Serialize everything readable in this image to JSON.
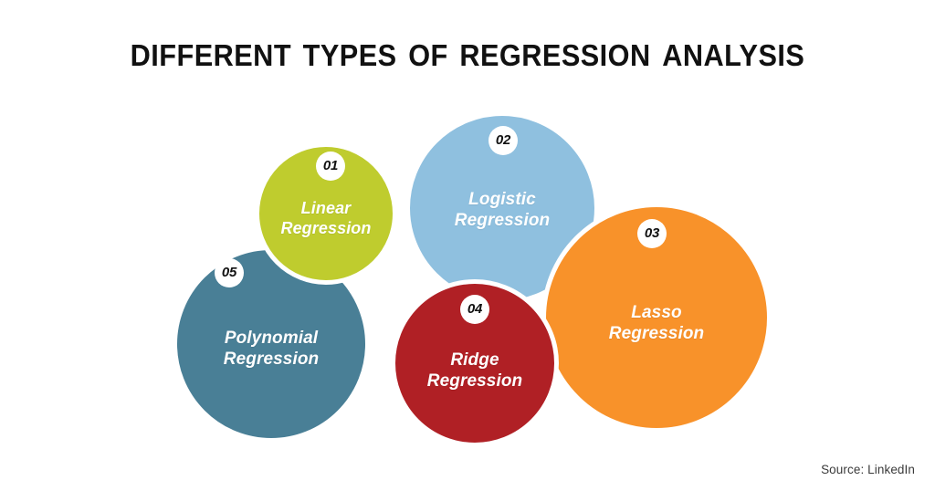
{
  "title": "Different Types of Regression Analysis",
  "footer": {
    "source": "Source: LinkedIn"
  },
  "chart_data": {
    "type": "diagram",
    "subtype": "overlapping-circles",
    "title": "Different Types of Regression Analysis",
    "background": "#FFFFFF",
    "separator_stroke": "#FFFFFF",
    "items": [
      {
        "number": "01",
        "label": "Linear\nRegression",
        "label_line1": "Linear",
        "label_line2": "Regression",
        "color": "#BFCC2E",
        "color_name": "yellow-green",
        "center": [
          357,
          234
        ],
        "diameter": 156,
        "badge_position": "top-center",
        "z": 3
      },
      {
        "number": "02",
        "label": "Logistic\nRegression",
        "label_line1": "Logistic",
        "label_line2": "Regression",
        "color": "#8FC0DF",
        "color_name": "light-blue",
        "center": [
          550,
          228
        ],
        "diameter": 212,
        "badge_position": "top-center",
        "z": 2
      },
      {
        "number": "03",
        "label": "Lasso\nRegression",
        "label_line1": "Lasso",
        "label_line2": "Regression",
        "color": "#F8922A",
        "color_name": "orange",
        "center": [
          719,
          348
        ],
        "diameter": 252,
        "badge_position": "top-center",
        "z": 4
      },
      {
        "number": "04",
        "label": "Ridge\nRegression",
        "label_line1": "Ridge",
        "label_line2": "Regression",
        "color": "#B02025",
        "color_name": "dark-red",
        "center": [
          520,
          398
        ],
        "diameter": 184,
        "badge_position": "top-center",
        "z": 5
      },
      {
        "number": "05",
        "label": "Polynomial\nRegression",
        "label_line1": "Polynomial",
        "label_line2": "Regression",
        "color": "#497F96",
        "color_name": "teal",
        "center": [
          297,
          377
        ],
        "diameter": 216,
        "badge_position": "top-left",
        "z": 1
      }
    ]
  }
}
